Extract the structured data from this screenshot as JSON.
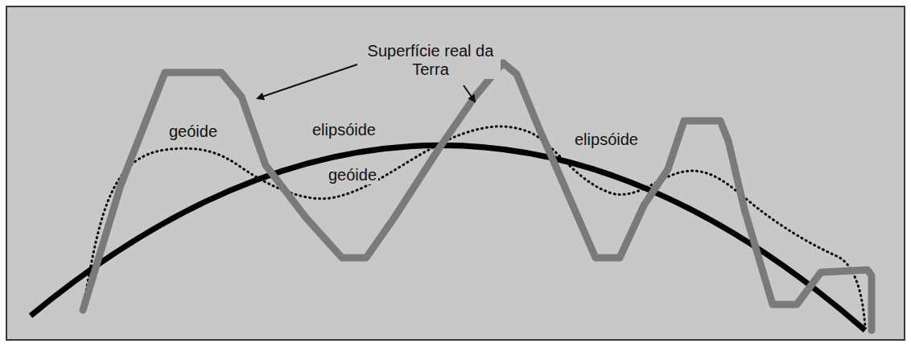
{
  "diagram": {
    "labels": [
      "Superfície real da Terra",
      "geóide",
      "elipsóide",
      "geóide",
      "elipsóide"
    ]
  }
}
